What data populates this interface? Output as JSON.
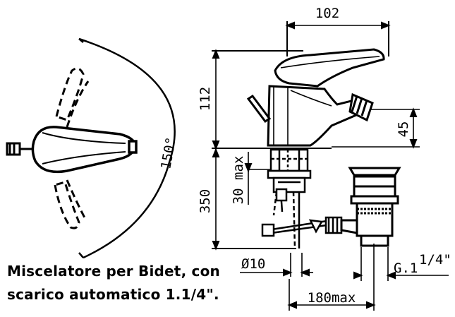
{
  "caption": {
    "line1": "Miscelatore per Bidet, con",
    "line2": "scarico automatico 1.1/4\"."
  },
  "dimensions": {
    "width_top": "102",
    "height_body": "112",
    "spout_height": "45",
    "rotation_angle": "150°",
    "max_thickness": "30 max",
    "pipe_length": "350",
    "pipe_diameter": "Ø10",
    "waste_thread": "G.1",
    "waste_thread_frac": "1/4\"",
    "max_reach": "180max"
  }
}
